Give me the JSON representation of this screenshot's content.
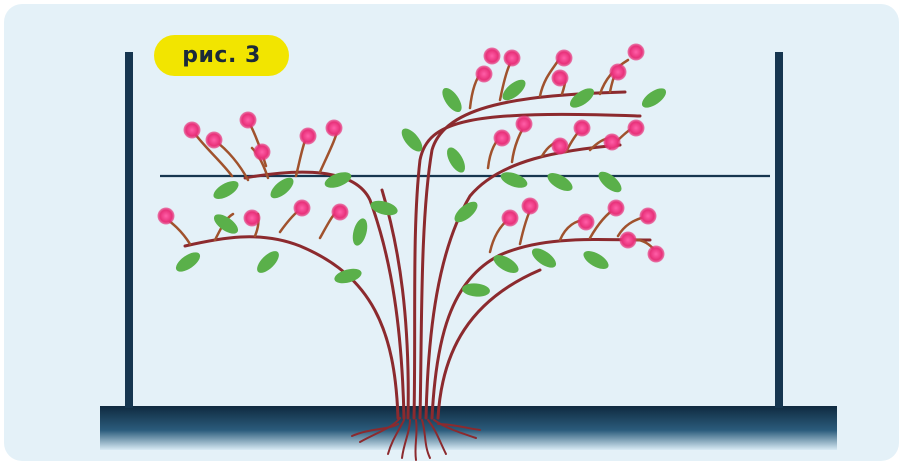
{
  "figure": {
    "caption": "рис. 3"
  },
  "colors": {
    "background": "#e4f1f8",
    "post": "#163650",
    "wire": "#163650",
    "cane": "#8c2a2e",
    "lateral": "#a0522d",
    "leaf": "#5ab04a",
    "flower": "#e8317a",
    "badge": "#f2e500"
  },
  "icons": {
    "badge_shape": "rounded-pill",
    "post_shape": "vertical-bar",
    "ground_shape": "gradient-bar"
  }
}
